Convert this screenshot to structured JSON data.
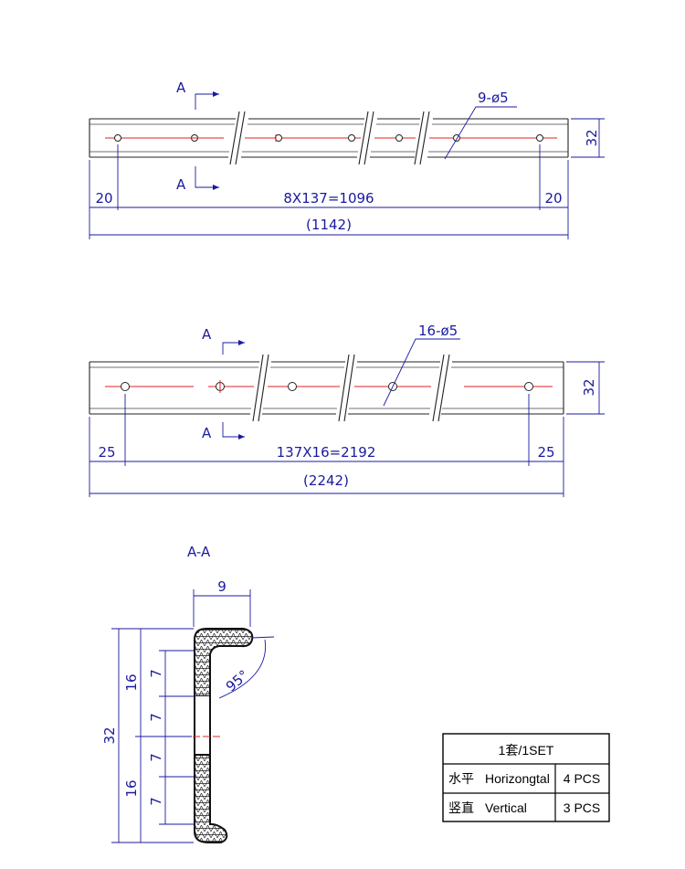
{
  "colors": {
    "dimension": "#1a1aa0",
    "centerline": "#e02020",
    "outline": "#222222"
  },
  "top_view_1": {
    "section_label_top": "A",
    "section_label_bottom": "A",
    "hole_callout": "9-ø5",
    "height_dim": "32",
    "left_edge_dim": "20",
    "spacing_dim": "8X137=1096",
    "right_edge_dim": "20",
    "overall_dim": "(1142)"
  },
  "top_view_2": {
    "section_label_top": "A",
    "section_label_bottom": "A",
    "hole_callout": "16-ø5",
    "height_dim": "32",
    "left_edge_dim": "25",
    "spacing_dim": "137X16=2192",
    "right_edge_dim": "25",
    "overall_dim": "(2242)"
  },
  "section_view": {
    "title": "A-A",
    "width_dim": "9",
    "angle_dim": "95°",
    "total_height_dim": "32",
    "half_height_upper": "16",
    "half_height_lower": "16",
    "pitch_1": "7",
    "pitch_2": "7",
    "pitch_3": "7",
    "pitch_4": "7"
  },
  "set_table": {
    "header": "1套/1SET",
    "rows": [
      {
        "cn": "水平",
        "en": "Horizongtal",
        "qty": "4 PCS"
      },
      {
        "cn": "竖直",
        "en": "Vertical",
        "qty": "3 PCS"
      }
    ]
  }
}
